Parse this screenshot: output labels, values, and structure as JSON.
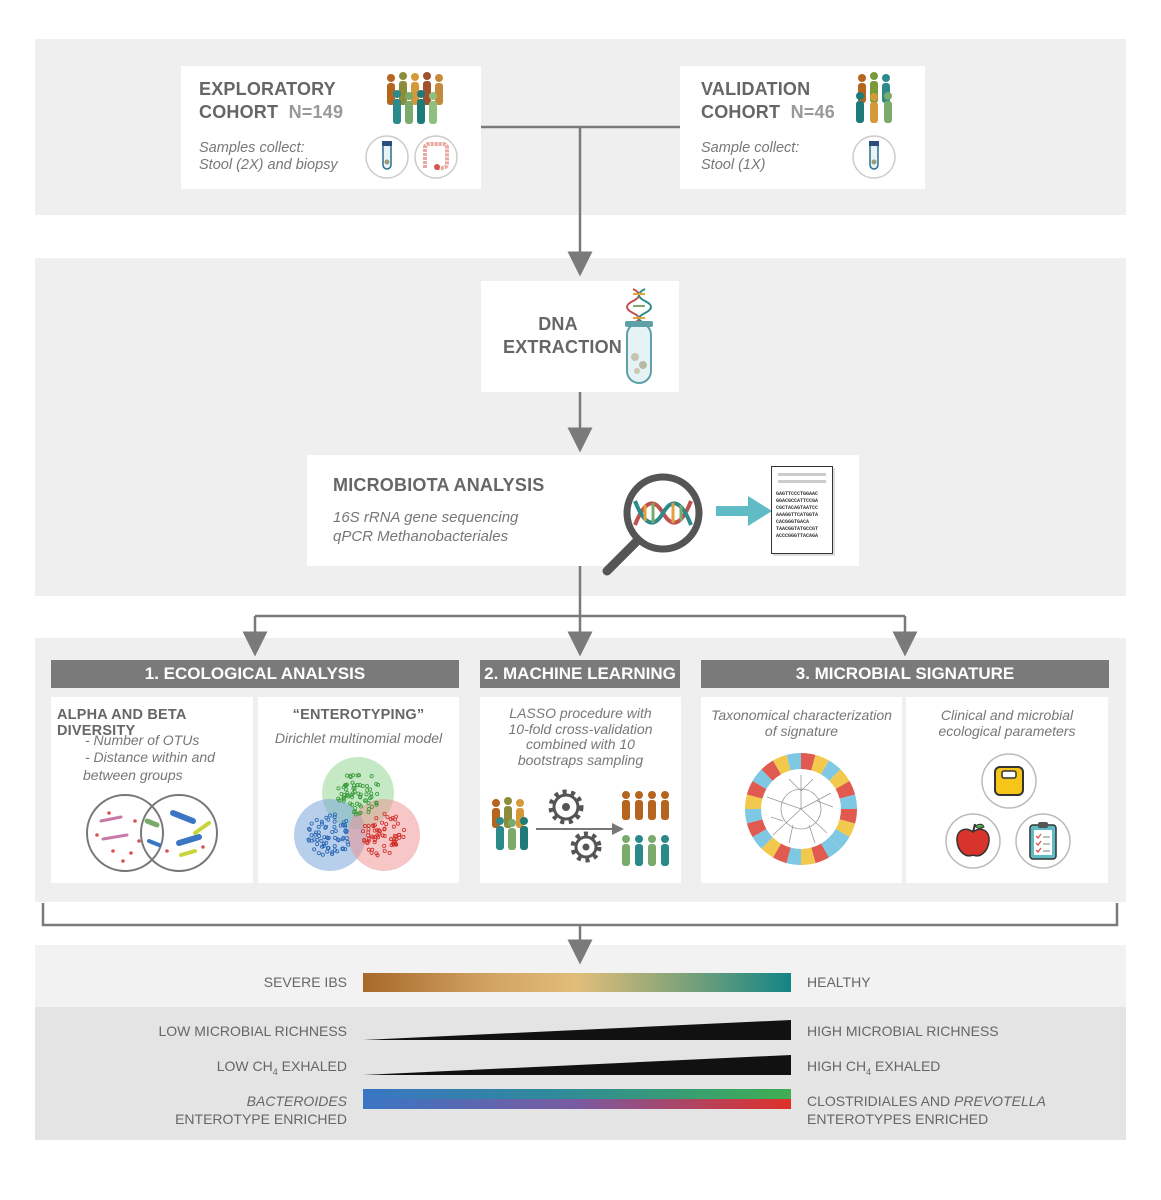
{
  "cohorts": {
    "exploratory": {
      "title_line1": "EXPLORATORY",
      "title_line2": "COHORT",
      "n": "N=149",
      "samples_line1": "Samples collect:",
      "samples_line2": "Stool (2X) and biopsy"
    },
    "validation": {
      "title_line1": "VALIDATION",
      "title_line2": "COHORT",
      "n": "N=46",
      "samples_line1": "Sample collect:",
      "samples_line2": "Stool (1X)"
    }
  },
  "dna": {
    "line1": "DNA",
    "line2": "EXTRACTION"
  },
  "microbiota": {
    "title": "MICROBIOTA ANALYSIS",
    "line1": "16S rRNA gene sequencing",
    "line2": "qPCR Methanobacteriales",
    "sequence": [
      "GAGTTCCCTGGAAC",
      "GGACGCCATTCCGA",
      "CGCTACAGTAATCC",
      "AAAGGTTCATGGTA",
      "CACGGGTGACA",
      "TAACGGTATGCCGT",
      "ACCCGGGTTACAGA"
    ]
  },
  "analyses": {
    "ecological": {
      "header": "1. ECOLOGICAL ANALYSIS",
      "alpha": {
        "title": "ALPHA AND BETA DIVERSITY",
        "item1": "- Number of OTUs",
        "item2a": "- Distance within and",
        "item2b": "between groups"
      },
      "entero": {
        "title": "“ENTEROTYPING”",
        "subtitle": "Dirichlet multinomial model"
      }
    },
    "ml": {
      "header": "2. MACHINE LEARNING",
      "line1": "LASSO procedure with",
      "line2": "10-fold cross-validation",
      "line3": "combined with 10",
      "line4": "bootstraps sampling"
    },
    "signature": {
      "header": "3. MICROBIAL SIGNATURE",
      "tax": {
        "line1": "Taxonomical characterization",
        "line2": "of signature"
      },
      "clinical": {
        "line1": "Clinical  and microbial",
        "line2": "ecological parameters"
      }
    }
  },
  "outcomes": {
    "severity": {
      "left": "SEVERE IBS",
      "right": "HEALTHY"
    },
    "richness": {
      "left": "LOW MICROBIAL RICHNESS",
      "right": "HIGH MICROBIAL RICHNESS"
    },
    "ch4": {
      "left_a": "LOW CH",
      "left_sub": "4",
      "left_b": " EXHALED",
      "right_a": "HIGH CH",
      "right_sub": "4",
      "right_b": " EXHALED"
    },
    "entero": {
      "left1": "BACTEROIDES",
      "left2": "ENTEROTYPE ENRICHED",
      "right1a": "CLOSTRIDIALES AND ",
      "right1b": "PREVOTELLA",
      "right2": "ENTEROTYPES ENRICHED"
    }
  },
  "colors": {
    "band": "#efefef",
    "header_bar": "#7a7a7a",
    "arrow": "#7a7a7a",
    "teal": "#5fbcc4",
    "brown": "#a8692a",
    "gold": "#e2bd7a",
    "green_teal": "#138585"
  }
}
